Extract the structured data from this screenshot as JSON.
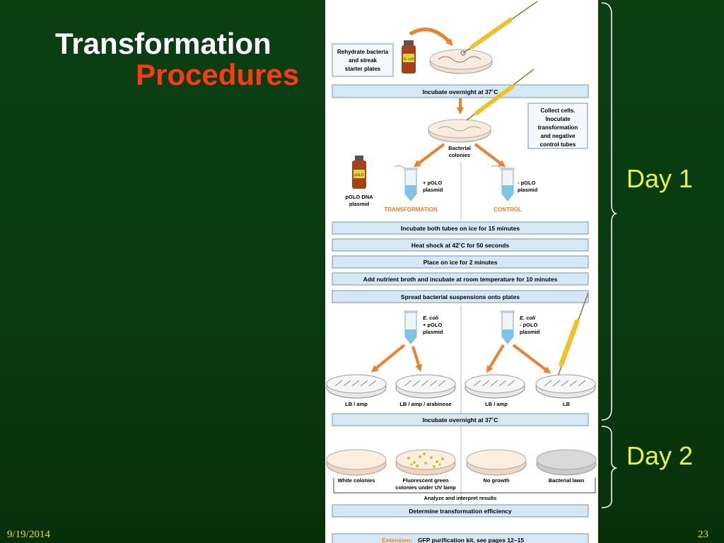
{
  "slide": {
    "title_line1": "Transformation",
    "title_line2": "Procedures",
    "day1": "Day 1",
    "day2": "Day 2",
    "date": "9/19/2014",
    "page_number": "23"
  },
  "figure": {
    "rehydrate_box": [
      "Rehydrate bacteria",
      "and streak",
      "starter plates"
    ],
    "bottle_label": "E. coli",
    "incubate1": "Incubate overnight at 37˚C",
    "collect_box": [
      "Collect cells.",
      "Inoculate",
      "transformation",
      "and negative",
      "control tubes"
    ],
    "bacterial_colonies": [
      "Bacterial",
      "colonies"
    ],
    "pglo_bottle_label": "pGLO",
    "pglo_dna": [
      "pGLO DNA",
      "plasmid"
    ],
    "tube_plus": [
      "+ pGLO",
      "plasmid"
    ],
    "tube_minus": [
      "- pGLO",
      "plasmid"
    ],
    "transformation_label": "TRANSFORMATION",
    "control_label": "CONTROL",
    "steps": [
      "Incubate both tubes on ice for 15 minutes",
      "Heat shock at 42˚C for 50 seconds",
      "Place on ice for 2 minutes",
      "Add nutrient broth and incubate at room temperature for 10 minutes",
      "Spread bacterial suspensions onto plates"
    ],
    "ecoli_plus": [
      "E. coli",
      "+ pGLO",
      "plasmid"
    ],
    "ecoli_minus": [
      "E. coli",
      "- pGLO",
      "plasmid"
    ],
    "plate_labels": [
      "LB / amp",
      "LB / amp / arabinose",
      "LB / amp",
      "LB"
    ],
    "incubate2": "Incubate overnight at 37˚C",
    "results": [
      "White colonies",
      "Fluorescent green colonies under UV lamp",
      "No growth",
      "Bacterial lawn"
    ],
    "results_line2": "colonies under UV lamp",
    "results_line1b": "Fluorescent green",
    "analyze": "Analyze and interpret results",
    "determine": "Determine transformation efficiency",
    "extension_prefix": "Extension:",
    "extension_text": "GFP purification kit, see pages 12–15",
    "colors": {
      "orange": "#f07f28",
      "box_fill": "#d7e8f5",
      "box_stroke": "#6f94b8",
      "highlight": "#ffd23a"
    }
  }
}
